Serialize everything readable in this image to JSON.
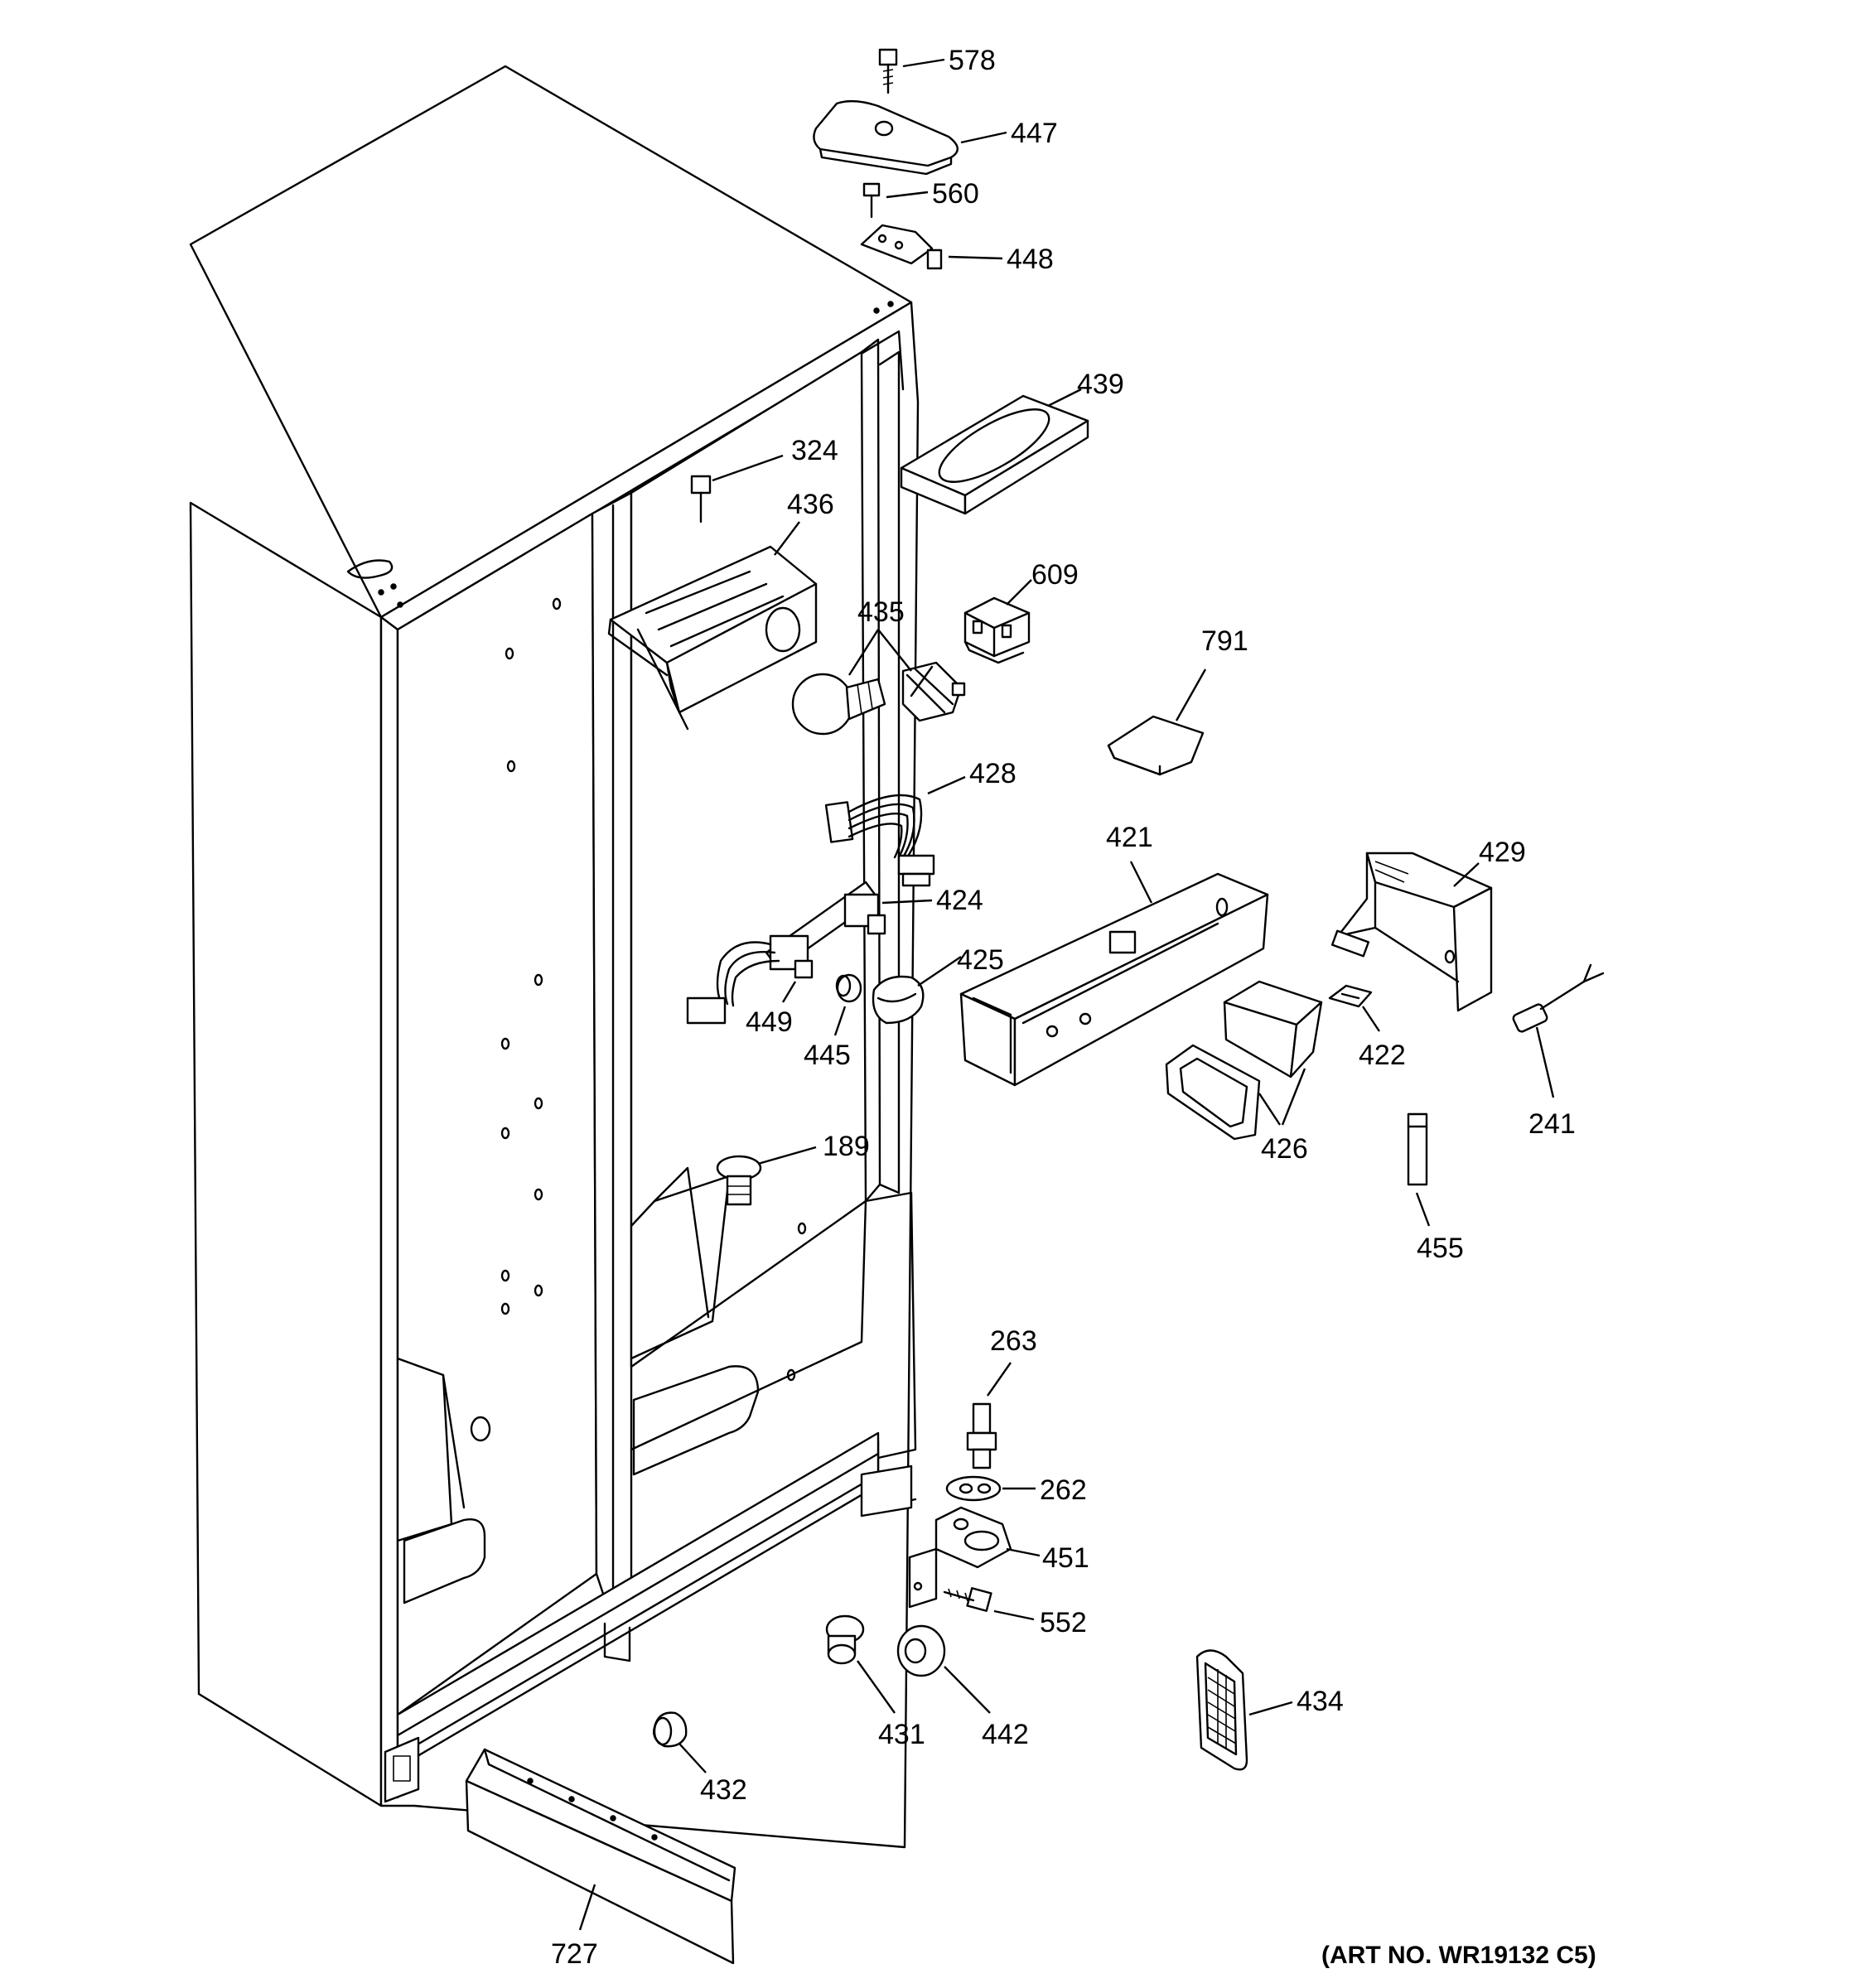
{
  "art_number": "(ART NO. WR19132 C5)",
  "parts": [
    {
      "id": "p578",
      "label": "578"
    },
    {
      "id": "p447",
      "label": "447"
    },
    {
      "id": "p560",
      "label": "560"
    },
    {
      "id": "p448",
      "label": "448"
    },
    {
      "id": "p439",
      "label": "439"
    },
    {
      "id": "p324",
      "label": "324"
    },
    {
      "id": "p436",
      "label": "436"
    },
    {
      "id": "p609",
      "label": "609"
    },
    {
      "id": "p435",
      "label": "435"
    },
    {
      "id": "p791",
      "label": "791"
    },
    {
      "id": "p428",
      "label": "428"
    },
    {
      "id": "p421",
      "label": "421"
    },
    {
      "id": "p429",
      "label": "429"
    },
    {
      "id": "p424",
      "label": "424"
    },
    {
      "id": "p425",
      "label": "425"
    },
    {
      "id": "p449",
      "label": "449"
    },
    {
      "id": "p445",
      "label": "445"
    },
    {
      "id": "p422",
      "label": "422"
    },
    {
      "id": "p241",
      "label": "241"
    },
    {
      "id": "p426",
      "label": "426"
    },
    {
      "id": "p189",
      "label": "189"
    },
    {
      "id": "p455",
      "label": "455"
    },
    {
      "id": "p263",
      "label": "263"
    },
    {
      "id": "p262",
      "label": "262"
    },
    {
      "id": "p451",
      "label": "451"
    },
    {
      "id": "p552",
      "label": "552"
    },
    {
      "id": "p434",
      "label": "434"
    },
    {
      "id": "p431",
      "label": "431"
    },
    {
      "id": "p442",
      "label": "442"
    },
    {
      "id": "p432",
      "label": "432"
    },
    {
      "id": "p727",
      "label": "727"
    }
  ]
}
